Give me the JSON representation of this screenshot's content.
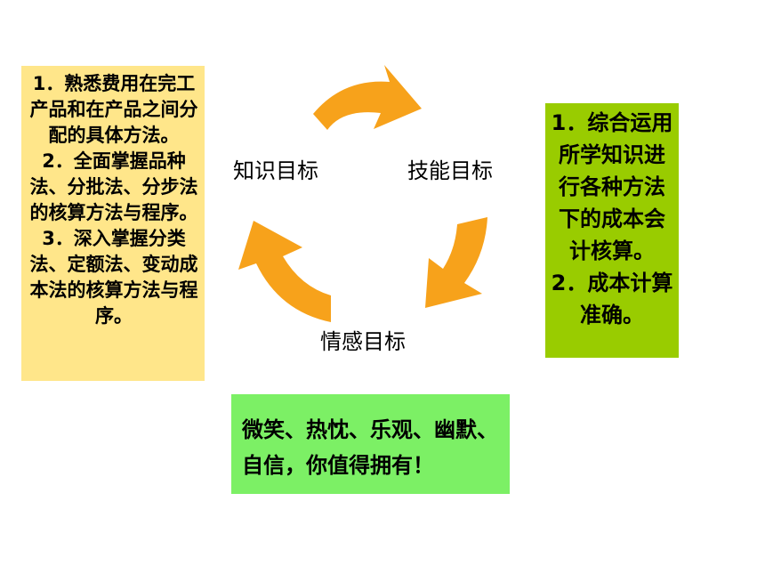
{
  "diagram": {
    "labels": {
      "knowledge": "知识目标",
      "skill": "技能目标",
      "emotion": "情感目标"
    },
    "left_box": {
      "lines": [
        "1．熟悉费用在完工产品和在产品之间分配的具体方法。",
        "2．全面掌握品种法、分批法、分步法的核算方法与程序。",
        "3．深入掌握分类法、定额法、变动成本法的核算方法与程序。"
      ]
    },
    "right_box": {
      "lines": [
        "1．综合运用所学知识进行各种方法下的成本会计核算。",
        "2．成本计算准确。"
      ]
    },
    "bottom_box": {
      "text": "微笑、热忱、乐观、幽默、自信，你值得拥有！"
    },
    "colors": {
      "arrow": "#f7a21b",
      "left_box": "#ffe68a",
      "right_box": "#99cc00",
      "bottom_box": "#7cf065"
    }
  }
}
